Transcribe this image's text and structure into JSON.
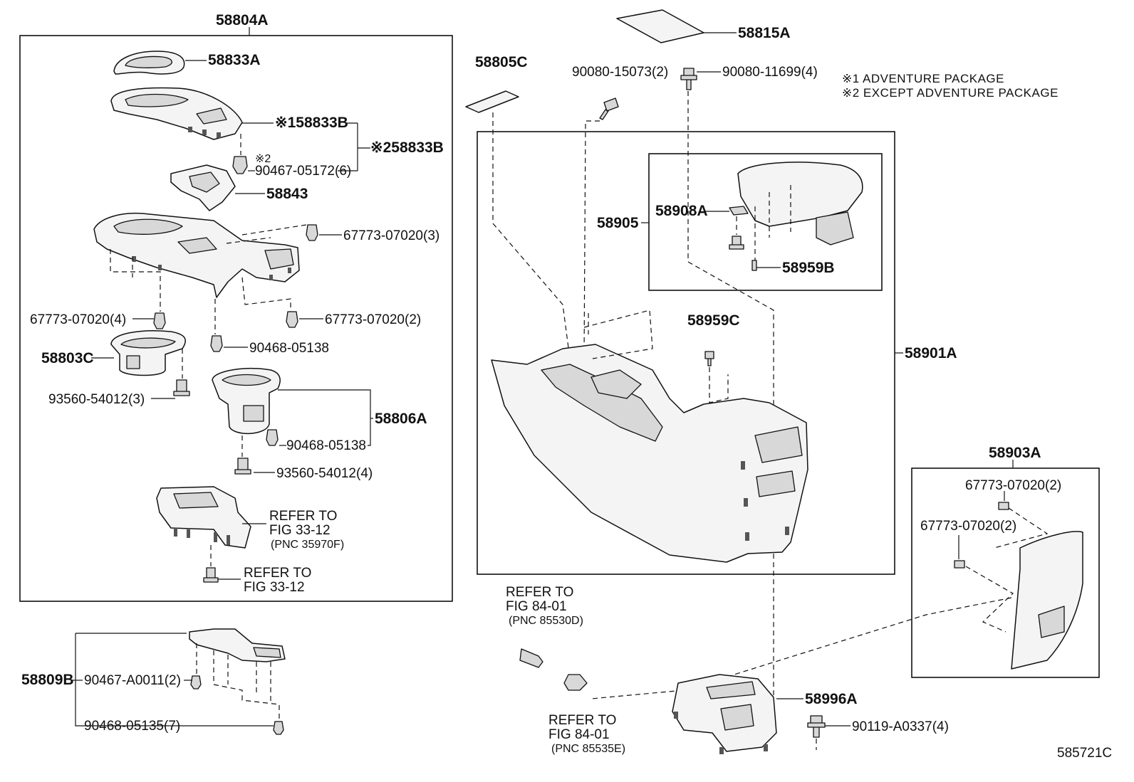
{
  "labels": {
    "p58804A": "58804A",
    "p58833A": "58833A",
    "p58833B_1": "※158833B",
    "p58833B_2": "※258833B",
    "note2_mark": "※2",
    "p90467_05172": "90467-05172(6)",
    "p58843": "58843",
    "p67773_3": "67773-07020(3)",
    "p67773_4": "67773-07020(4)",
    "p67773_2a": "67773-07020(2)",
    "p90468_05138a": "90468-05138",
    "p58803C": "58803C",
    "p93560_3": "93560-54012(3)",
    "p58806A": "58806A",
    "p90468_05138b": "90468-05138",
    "p93560_4": "93560-54012(4)",
    "refer1_l1": "REFER TO",
    "refer1_l2": "FIG 33-12",
    "refer1_l3": "(PNC 35970F)",
    "refer2_l1": "REFER TO",
    "refer2_l2": "FIG 33-12",
    "p58809B": "58809B",
    "p90467_A0011": "90467-A0011(2)",
    "p90468_05135": "90468-05135(7)",
    "p58815A": "58815A",
    "p58805C": "58805C",
    "p90080_15073": "90080-15073(2)",
    "p90080_11699": "90080-11699(4)",
    "p58905": "58905",
    "p58908A": "58908A",
    "p58959B": "58959B",
    "p58959C": "58959C",
    "p58901A": "58901A",
    "p58903A": "58903A",
    "p67773_2b": "67773-07020(2)",
    "p67773_2c": "67773-07020(2)",
    "refer3_l1": "REFER TO",
    "refer3_l2": "FIG 84-01",
    "refer3_l3": "(PNC 85530D)",
    "refer4_l1": "REFER TO",
    "refer4_l2": "FIG 84-01",
    "refer4_l3": "(PNC 85535E)",
    "p58996A": "58996A",
    "p90119_A0337": "90119-A0337(4)",
    "diagram_id": "585721C"
  },
  "notes": [
    "※1 ADVENTURE PACKAGE",
    "※2  EXCEPT ADVENTURE PACKAGE"
  ]
}
